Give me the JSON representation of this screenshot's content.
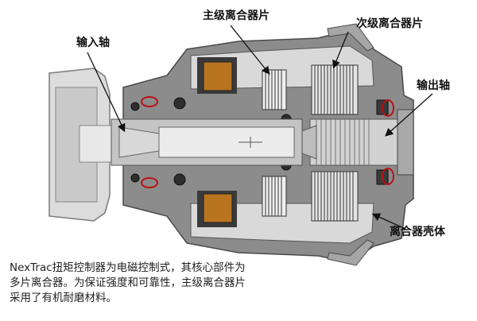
{
  "diagram": {
    "labels": {
      "main_clutch_plates": "主级离合器片",
      "secondary_clutch_plates": "次级离合器片",
      "input_shaft": "输入轴",
      "output_shaft": "输出轴",
      "clutch_housing": "离合器壳体"
    },
    "colors": {
      "housing_fill": "#8c8c8c",
      "housing_dark": "#5f5f5f",
      "background": "#ffffff",
      "coil": "#b8741f",
      "coil_dark": "#3a3a3a",
      "arrow": "#111111"
    }
  },
  "caption": {
    "lines": [
      "NexTrac扭矩控制器为电磁控制式，其核心部件为",
      "多片离合器。为保证强度和可靠性，主级离合器片",
      "采用了有机耐磨材料。"
    ]
  }
}
